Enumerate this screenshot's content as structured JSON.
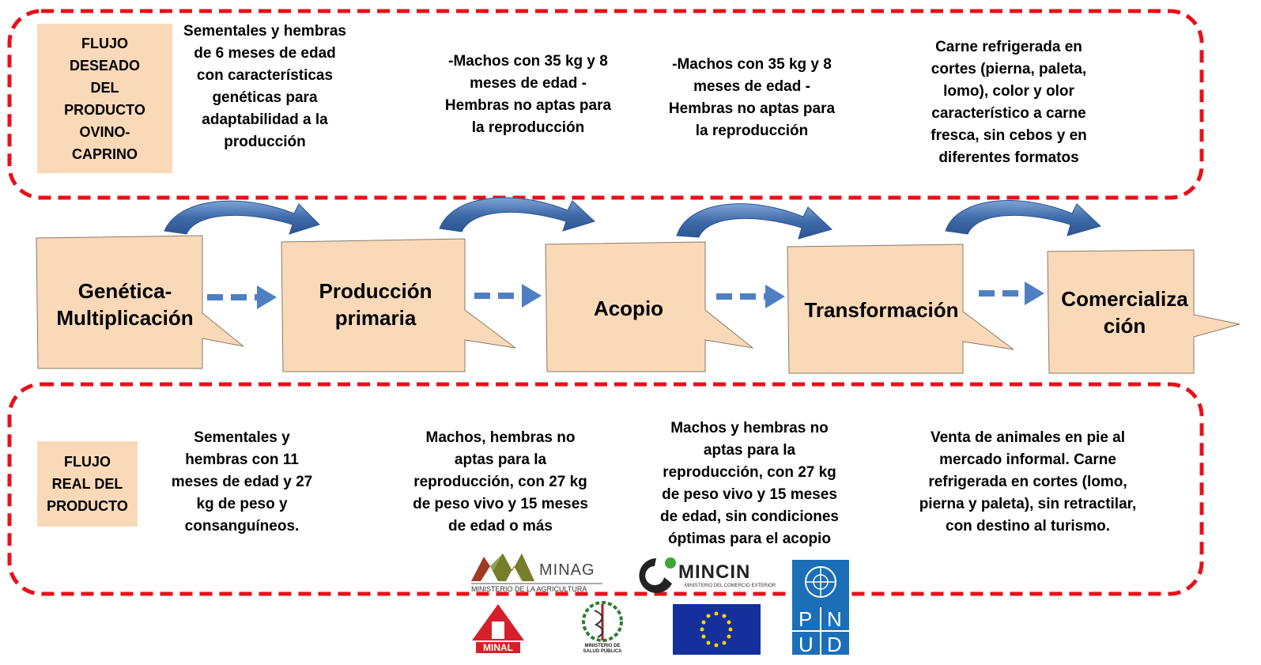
{
  "desired_flow": {
    "label": "FLUJO DESEADO DEL PRODUCTO OVINO-CAPRINO",
    "label_lines": [
      "FLUJO",
      "DESEADO",
      "DEL",
      "PRODUCTO",
      "OVINO-",
      "CAPRINO"
    ],
    "texts": [
      "Sementales y hembras de 6 meses de edad con características genéticas para adaptabilidad a la producción",
      "-Machos con 35 kg y 8 meses de edad -Hembras no aptas para la reproducción",
      "-Machos con 35 kg y 8 meses de edad -Hembras no aptas para la reproducción",
      "Carne refrigerada en cortes (pierna, paleta, lomo), color y olor característico a carne fresca, sin cebos y en diferentes formatos"
    ]
  },
  "stages": [
    "Genética-Multiplicación",
    "Producción primaria",
    "Acopio",
    "Transformación",
    "Comercialización"
  ],
  "stage_display": [
    [
      "Genética-",
      "Multiplicación"
    ],
    [
      "Producción",
      "primaria"
    ],
    [
      "Acopio"
    ],
    [
      "Transformación"
    ],
    [
      "Comercializa",
      "ción"
    ]
  ],
  "real_flow": {
    "label": "FLUJO REAL DEL PRODUCTO",
    "label_lines": [
      "FLUJO",
      "REAL DEL",
      "PRODUCTO"
    ],
    "texts": [
      "Sementales y hembras con 11 meses de edad y 27 kg de peso y consanguíneos.",
      "Machos, hembras no aptas para la reproducción, con 27 kg de peso vivo y 15 meses de edad o más",
      "Machos y hembras no aptas para la reproducción, con 27 kg de peso vivo y 15 meses de edad, sin condiciones óptimas para el acopio",
      "Venta de animales en pie al mercado informal. Carne refrigerada en cortes (lomo, pierna y paleta), sin retractilar, con destino al turismo."
    ]
  },
  "logos": {
    "minag": "MINAG",
    "minag_sub": "MINISTERIO DE LA AGRICULTURA",
    "mincin": "MINCIN",
    "mincin_sub": "MINISTERIO DEL COMERCIO EXTERIOR",
    "minal": "MINAL",
    "minsap_sub": "MINISTERIO DE SALUD PÚBLICA",
    "pnud": [
      "P",
      "N",
      "U",
      "D"
    ]
  },
  "colors": {
    "dashed_border": "#E8101A",
    "box_fill": "#FAD9B8",
    "arrow_blue": "#4F7FC3",
    "curved_arrow": "#3E6DAE"
  }
}
